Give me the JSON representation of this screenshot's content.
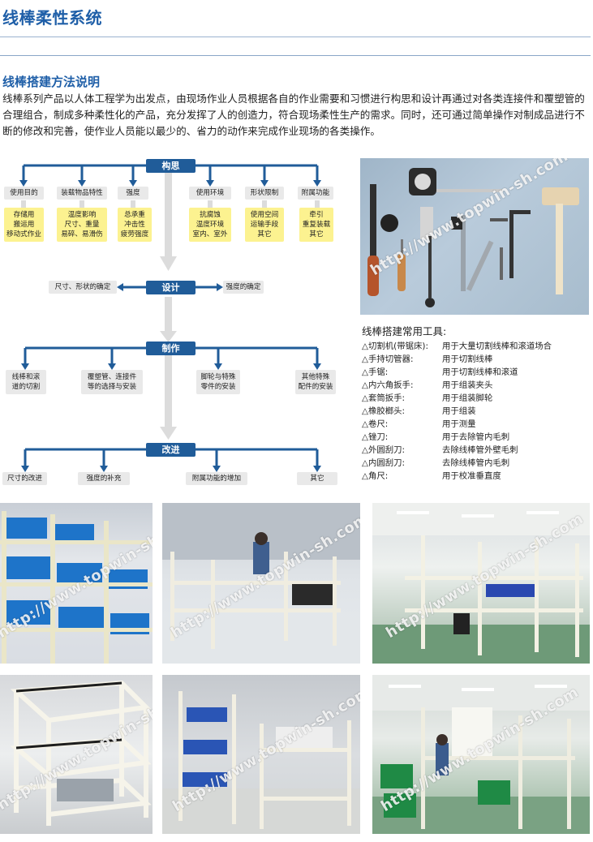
{
  "header": {
    "title": "线棒柔性系统"
  },
  "section": {
    "heading": "线棒搭建方法说明",
    "intro": "线棒系列产品以人体工程学为出发点，由现场作业人员根据各自的作业需要和习惯进行构思和设计再通过对各类连接件和覆塑管的合理组合，制成多种柔性化的产品，充分发挥了人的创造力，符合现场柔性生产的需求。同时，还可通过简单操作对制成品进行不断的修改和完善，使作业人员能以最少的、省力的动作来完成作业现场的各类操作。"
  },
  "flowchart": {
    "stages": {
      "concept": "构思",
      "design": "设计",
      "make": "制作",
      "improve": "改进"
    },
    "concept_items": [
      {
        "label": "使用目的",
        "details": [
          "存储用",
          "搬运用",
          "移动式作业"
        ]
      },
      {
        "label": "装载物品特性",
        "details": [
          "温度影响",
          "尺寸、重量",
          "易碎、易滑伤"
        ]
      },
      {
        "label": "强度",
        "details": [
          "总承重",
          "冲击性",
          "疲劳强度"
        ]
      },
      {
        "label": "使用环境",
        "details": [
          "抗腐蚀",
          "温度环境",
          "室内、室外"
        ]
      },
      {
        "label": "形状限制",
        "details": [
          "使用空间",
          "运输手段",
          "其它"
        ]
      },
      {
        "label": "附属功能",
        "details": [
          "牵引",
          "重复装载",
          "其它"
        ]
      }
    ],
    "design_left": "尺寸、形状的确定",
    "design_right": "强度的确定",
    "make_items": [
      [
        "线棒和滚",
        "道的切割"
      ],
      [
        "覆塑管、连接件",
        "等的选择与安装"
      ],
      [
        "脚轮与特殊",
        "零件的安装"
      ],
      [
        "其他特殊",
        "配件的安装"
      ]
    ],
    "improve_items": [
      "尺寸的改进",
      "强度的补充",
      "附属功能的增加",
      "其它"
    ]
  },
  "tools": {
    "title": "线棒搭建常用工具:",
    "items": [
      {
        "name": "△切割机(带锯床):",
        "use": "用于大量切割线棒和滚道场合"
      },
      {
        "name": "△手持切管器:",
        "use": "用于切割线棒"
      },
      {
        "name": "△手锯:",
        "use": "用于切割线棒和滚道"
      },
      {
        "name": "△内六角扳手:",
        "use": "用于组装夹头"
      },
      {
        "name": "△套筒扳手:",
        "use": "用于组装脚轮"
      },
      {
        "name": "△橡胶榔头:",
        "use": "用于组装"
      },
      {
        "name": "△卷尺:",
        "use": "用于测量"
      },
      {
        "name": "△锉刀:",
        "use": "用于去除管内毛刺"
      },
      {
        "name": "△外圆刮刀:",
        "use": "去除线棒管外壁毛刺"
      },
      {
        "name": "△内圆刮刀:",
        "use": "去除线棒管内毛刺"
      },
      {
        "name": "△角尺:",
        "use": "用于校准垂直度"
      }
    ]
  },
  "watermark": "http://www.topwin-sh.com",
  "colors": {
    "brand_blue": "#1f5fa8",
    "stage_blue": "#205c99",
    "note_yellow": "#fcf290",
    "note_gray": "#e9e9e9"
  }
}
